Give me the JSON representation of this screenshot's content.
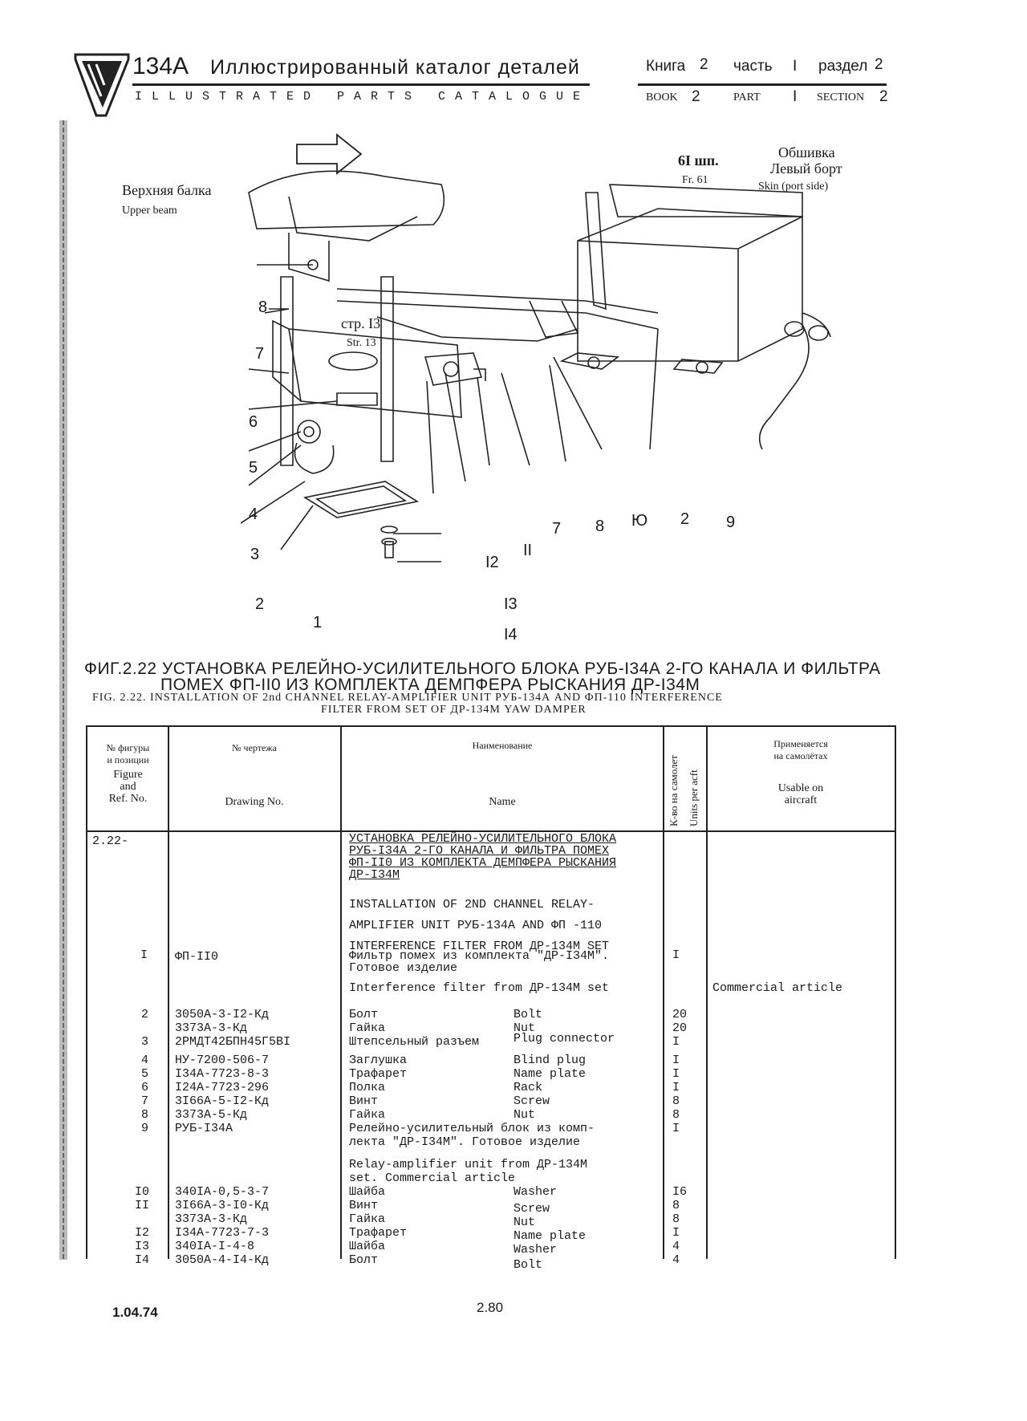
{
  "header": {
    "doc_code": "134А",
    "title_ru": "Иллюстрированный каталог деталей",
    "title_en": "ILLUSTRATED PARTS CATALOGUE",
    "book_ru": "Книга",
    "book_num": "2",
    "part_ru": "часть",
    "part_num": "I",
    "section_ru": "раздел",
    "section_num": "2",
    "book_en": "BOOK",
    "part_en": "PART",
    "section_en": "SECTION"
  },
  "figure": {
    "labels": {
      "upper_beam_ru": "Верхняя балка",
      "upper_beam_en": "Upper beam",
      "frame_ru": "6I шп.",
      "frame_en": "Fr. 61",
      "skin_ru_1": "Обшивка",
      "skin_ru_2": "Левый борт",
      "skin_en": "Skin (port side)",
      "page_ref_ru": "стр. I3",
      "page_ref_en": "Str. 13"
    },
    "callouts": [
      "8",
      "7",
      "6",
      "5",
      "4",
      "3",
      "2",
      "1",
      "I3",
      "I4",
      "I2",
      "II",
      "7",
      "8",
      "Ю",
      "2",
      "9"
    ],
    "caption_ru_1": "ФИГ.2.22  УСТАНОВКА РЕЛЕЙНО-УСИЛИТЕЛЬНОГО  БЛОКА РУБ-I34А 2-ГО КАНАЛА И  ФИЛЬТРА",
    "caption_ru_2": "ПОМЕХ ФП-II0  ИЗ  КОМПЛЕКТА  ДЕМПФЕРА РЫСКАНИЯ ДР-I34М",
    "caption_en_1": "FIG. 2.22. INSTALLATION OF 2nd CHANNEL RELAY-AMPLIFIER UNIT РУБ-134А  AND ФП-110 INTERFERENCE",
    "caption_en_2": "FILTER FROM SET OF  ДР-134М YAW DAMPER"
  },
  "table": {
    "headers": {
      "fig_ru": "№ фигуры\nи позиции",
      "fig_en": "Figure\nand\nRef. No.",
      "drawing_ru": "№ чертежа",
      "drawing_en": "Drawing No.",
      "name_ru": "Наименование",
      "name_en": "Name",
      "units_ru": "К-во на самолет",
      "units_en": "Units  per  acft",
      "usable_ru": "Применяется\nна самолётах",
      "usable_en": "Usable  on\naircraft"
    },
    "fig_ref": "2.22-",
    "assembly_ru": "УСТАНОВКА РЕЛЕЙНО-УСИЛИТЕЛЬНОГО БЛОКА\nРУБ-I34А 2-ГО КАНАЛА И ФИЛЬТРА ПОМЕХ\nФП-II0 ИЗ КОМПЛЕКТА ДЕМПФЕРА РЫСКАНИЯ\nДР-I34М",
    "assembly_en": "INSTALLATION OF 2ND CHANNEL RELAY-\nAMPLIFIER UNIT РУБ-134А AND ФП -110\nINTERFERENCE FILTER FROM ДР-134М SET",
    "rows": [
      {
        "ref": "I",
        "drawing": "ФП-II0",
        "name_ru": "Фильтр помех из комплекта \"ДР-I34М\".\nГотовое изделие",
        "name_en": "",
        "qty": "I",
        "usable": ""
      },
      {
        "ref": "",
        "drawing": "",
        "name_ru": "Interference filter from ДР-134М set",
        "name_en": "",
        "qty": "",
        "usable": "Commercial article"
      },
      {
        "ref": "2",
        "drawing": "3050А-3-I2-Кд",
        "name_ru": "Болт",
        "name_en": "Bolt",
        "qty": "20",
        "usable": ""
      },
      {
        "ref": "",
        "drawing": "3373А-3-Кд",
        "name_ru": "Гайка",
        "name_en": "Nut",
        "qty": "20",
        "usable": ""
      },
      {
        "ref": "3",
        "drawing": "2РМДТ42БПН45Г5ВI",
        "name_ru": "Штепсельный разъем",
        "name_en": "Plug connector",
        "qty": "I",
        "usable": ""
      },
      {
        "ref": "4",
        "drawing": "НУ-7200-506-7",
        "name_ru": "Заглушка",
        "name_en": "Blind plug",
        "qty": "I",
        "usable": ""
      },
      {
        "ref": "5",
        "drawing": "I34А-7723-8-3",
        "name_ru": "Трафарет",
        "name_en": "Name plate",
        "qty": "I",
        "usable": ""
      },
      {
        "ref": "6",
        "drawing": "I24А-7723-296",
        "name_ru": "Полка",
        "name_en": "Rack",
        "qty": "I",
        "usable": ""
      },
      {
        "ref": "7",
        "drawing": "3I66А-5-I2-Кд",
        "name_ru": "Винт",
        "name_en": "Screw",
        "qty": "8",
        "usable": ""
      },
      {
        "ref": "8",
        "drawing": "3373А-5-Кд",
        "name_ru": "Гайка",
        "name_en": "Nut",
        "qty": "8",
        "usable": ""
      },
      {
        "ref": "9",
        "drawing": "РУБ-I34А",
        "name_ru": "Релейно-усилительный блок из комп-\nлекта \"ДР-I34М\". Готовое изделие",
        "name_en": "",
        "qty": "I",
        "usable": ""
      },
      {
        "ref": "",
        "drawing": "",
        "name_ru": "Relay-amplifier unit from ДР-134М\nset. Commercial article",
        "name_en": "",
        "qty": "",
        "usable": ""
      },
      {
        "ref": "I0",
        "drawing": "340IА-0,5-3-7",
        "name_ru": "Шайба",
        "name_en": "Washer",
        "qty": "I6",
        "usable": ""
      },
      {
        "ref": "II",
        "drawing": "3I66А-3-I0-Кд",
        "name_ru": "Винт",
        "name_en": "Screw",
        "qty": "8",
        "usable": ""
      },
      {
        "ref": "",
        "drawing": "3373А-3-Кд",
        "name_ru": "Гайка",
        "name_en": "Nut",
        "qty": "8",
        "usable": ""
      },
      {
        "ref": "I2",
        "drawing": "I34А-7723-7-3",
        "name_ru": "Трафарет",
        "name_en": "Name plate",
        "qty": "I",
        "usable": ""
      },
      {
        "ref": "I3",
        "drawing": "340IА-I-4-8",
        "name_ru": "Шайба",
        "name_en": "Washer",
        "qty": "4",
        "usable": ""
      },
      {
        "ref": "I4",
        "drawing": "3050А-4-I4-Кд",
        "name_ru": "Болт",
        "name_en": "Bolt",
        "qty": "4",
        "usable": ""
      }
    ]
  },
  "footer": {
    "date": "1.04.74",
    "page": "2.80"
  }
}
